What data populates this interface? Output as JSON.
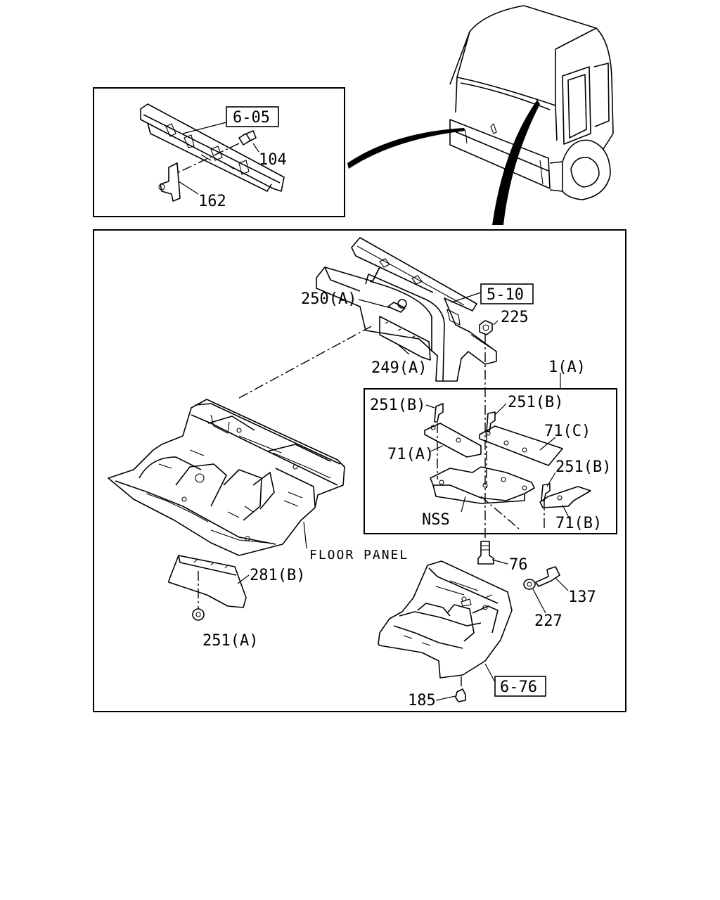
{
  "diagram": {
    "refs": {
      "ref_605": "6-05",
      "ref_510": "5-10",
      "ref_676": "6-76"
    },
    "labels": {
      "p104": "104",
      "p162": "162",
      "p250a": "250(A)",
      "p225": "225",
      "p249a": "249(A)",
      "p1a": "1(A)",
      "p251b_1": "251(B)",
      "p251b_2": "251(B)",
      "p71c": "71(C)",
      "p71a": "71(A)",
      "p251b_3": "251(B)",
      "nss": "NSS",
      "p71b": "71(B)",
      "floor_panel": "FLOOR PANEL",
      "p76": "76",
      "p137": "137",
      "p281b": "281(B)",
      "p227": "227",
      "p251a": "251(A)",
      "p185": "185"
    }
  }
}
